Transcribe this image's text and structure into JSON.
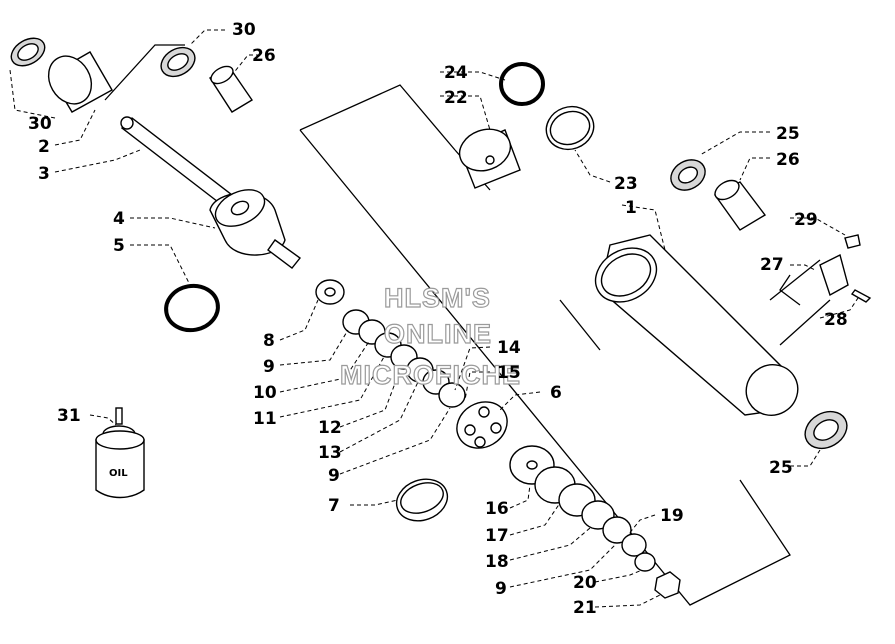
{
  "watermark": {
    "lines": [
      "HLSM'S",
      "ONLINE",
      "MICROFICHE"
    ]
  },
  "oil_label": "OIL",
  "labels": {
    "l30a": "30",
    "l26a": "26",
    "l30b": "30",
    "l2": "2",
    "l3": "3",
    "l4": "4",
    "l5": "5",
    "l24": "24",
    "l22": "22",
    "l23": "23",
    "l25a": "25",
    "l26b": "26",
    "l1": "1",
    "l29": "29",
    "l27": "27",
    "l28": "28",
    "l25b": "25",
    "l8": "8",
    "l9a": "9",
    "l10": "10",
    "l11": "11",
    "l14": "14",
    "l15": "15",
    "l6": "6",
    "l12": "12",
    "l13": "13",
    "l9b": "9",
    "l31": "31",
    "l7": "7",
    "l16": "16",
    "l17": "17",
    "l18": "18",
    "l19": "19",
    "l9c": "9",
    "l20": "20",
    "l21": "21"
  }
}
